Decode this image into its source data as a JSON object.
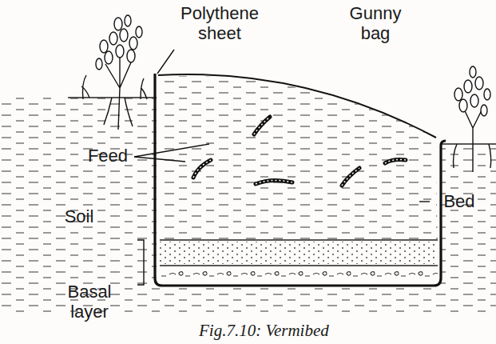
{
  "diagram": {
    "caption": "Fig.7.10: Vermibed",
    "labels": [
      "Polythene sheet",
      "Gunny bag",
      "Feed",
      "Soil",
      "Bed",
      "Basal layer"
    ]
  }
}
